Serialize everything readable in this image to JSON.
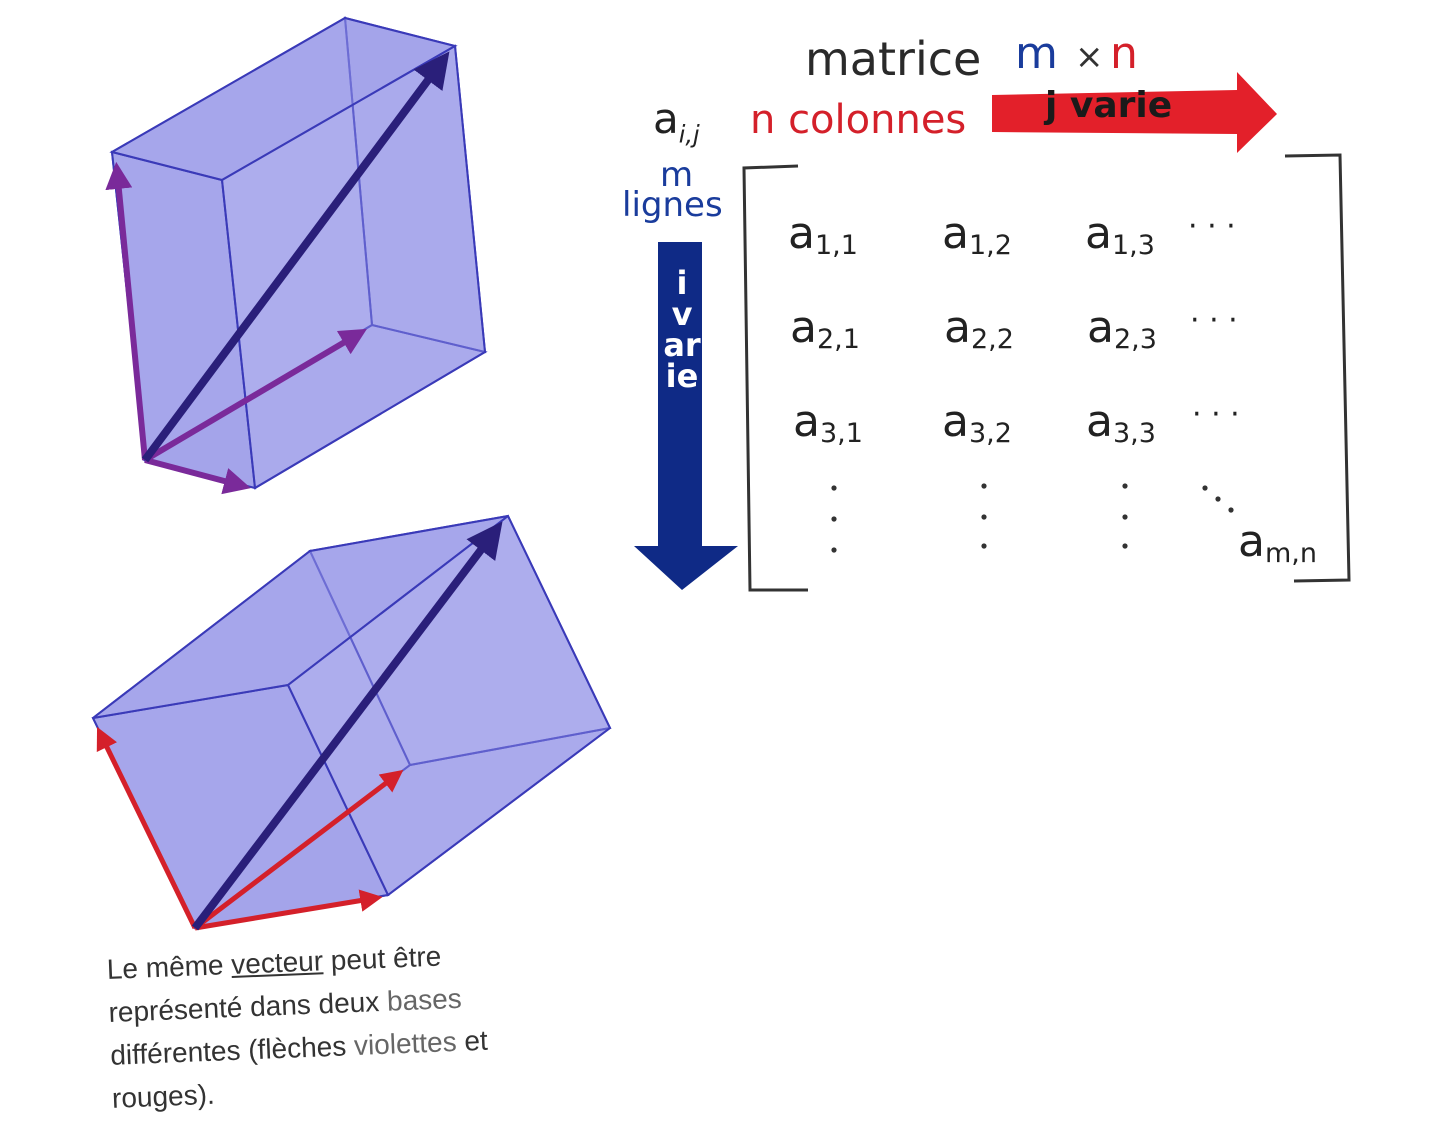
{
  "header": {
    "title_word": "matrice",
    "rows_symbol": "m",
    "times_symbol": "×",
    "cols_symbol": "n",
    "element_base": "a",
    "element_index": "i,j",
    "columns_label": "n colonnes",
    "columns_arrow_label": "j varie",
    "rows_count": "m",
    "rows_label": "lignes",
    "rows_arrow_label": "i varie"
  },
  "matrix": {
    "rows": [
      [
        {
          "base": "a",
          "sub": "1,1"
        },
        {
          "base": "a",
          "sub": "1,2"
        },
        {
          "base": "a",
          "sub": "1,3"
        },
        {
          "ellipsis": "· · ·"
        }
      ],
      [
        {
          "base": "a",
          "sub": "2,1"
        },
        {
          "base": "a",
          "sub": "2,2"
        },
        {
          "base": "a",
          "sub": "2,3"
        },
        {
          "ellipsis": "· · ·"
        }
      ],
      [
        {
          "base": "a",
          "sub": "3,1"
        },
        {
          "base": "a",
          "sub": "3,2"
        },
        {
          "base": "a",
          "sub": "3,3"
        },
        {
          "ellipsis": "· · ·"
        }
      ]
    ],
    "last": {
      "base": "a",
      "sub": "m,n"
    }
  },
  "caption": {
    "part1": "Le même ",
    "underlined": "vecteur",
    "part2": " peut être représenté dans deux ",
    "grey1": "bases",
    "part3": " différentes (flèches ",
    "grey2": "violettes",
    "part4": " et rouges)."
  },
  "colors": {
    "blue": "#1a3c9c",
    "red": "#d4202a",
    "box_fill": "#8f8fe6",
    "box_edge": "#3a3ab8",
    "vector": "#2a1f7a",
    "violet": "#7a2a9a"
  }
}
